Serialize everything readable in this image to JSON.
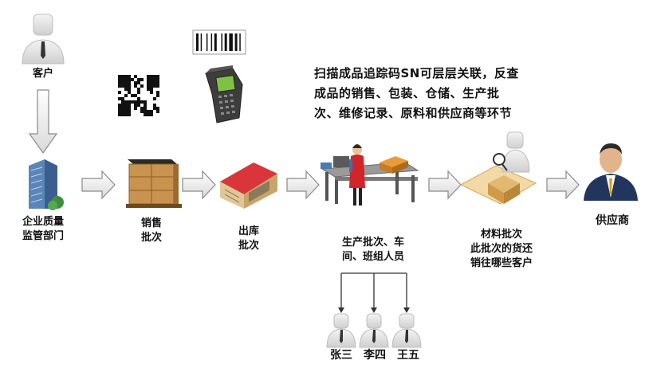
{
  "nodes": {
    "customer": "客户",
    "enterprise": [
      "企业质量",
      "监管部门"
    ],
    "sales": [
      "销售",
      "批次"
    ],
    "outbound": [
      "出库",
      "批次"
    ],
    "production": [
      "生产批次、车",
      "间、班组人员"
    ],
    "material": [
      "材料批次",
      "此批次的货还",
      "销往哪些客户"
    ],
    "supplier": "供应商"
  },
  "workers": [
    "张三",
    "李四",
    "王五"
  ],
  "note": [
    "扫描成品追踪码SN可层层关联，反查",
    "成品的销售、包装、仓储、生产批",
    "次、维修记录、原料和供应商等环节"
  ],
  "icons": [
    "person-icon",
    "building-icon",
    "boxes-icon",
    "warehouse-icon",
    "workbench-icon",
    "package-icon",
    "supplier-avatar-icon",
    "qr-code-icon",
    "barcode-icon",
    "handheld-scanner-icon"
  ]
}
